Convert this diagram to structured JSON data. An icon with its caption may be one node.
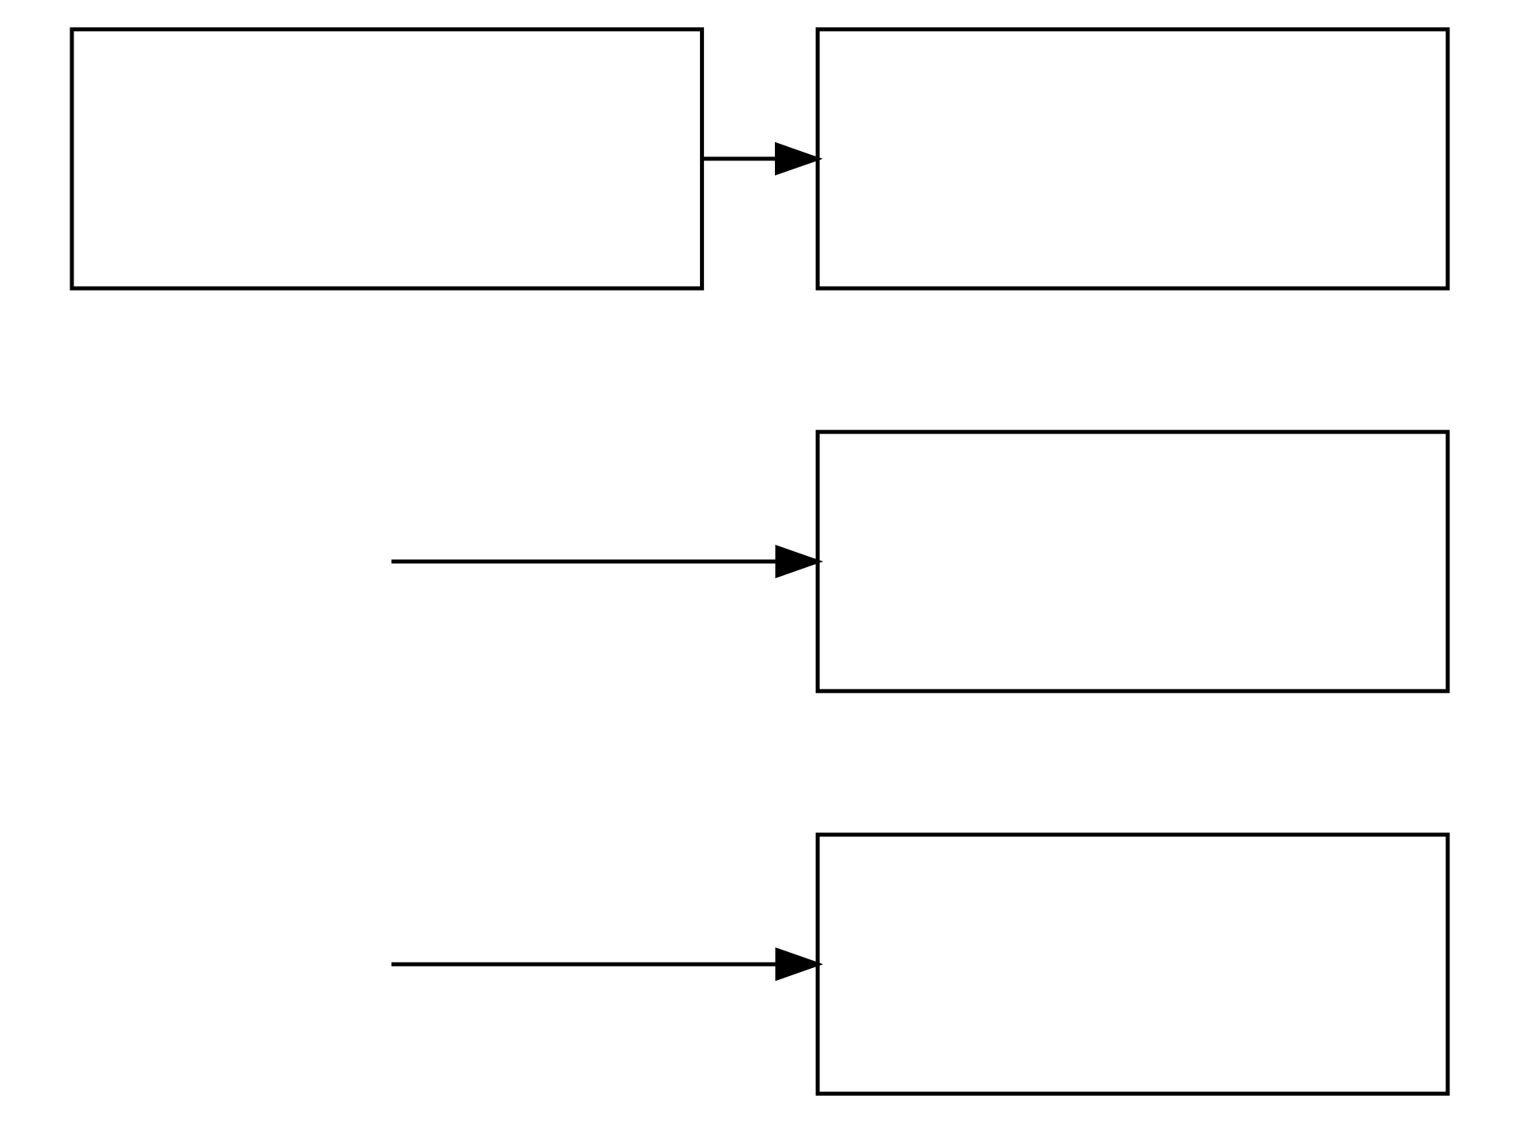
{
  "diagram": {
    "nodes": [
      {
        "text": [],
        "shape": "box"
      },
      {
        "text": [],
        "shape": "box"
      },
      {
        "text": [],
        "shape": "box"
      },
      {
        "text": [],
        "shape": "box"
      }
    ],
    "edges": [
      {
        "from": 0,
        "to": 1,
        "arrow": "to"
      },
      {
        "from": null,
        "to": 2,
        "arrow": "to"
      },
      {
        "from": null,
        "to": 3,
        "arrow": "to"
      }
    ]
  }
}
